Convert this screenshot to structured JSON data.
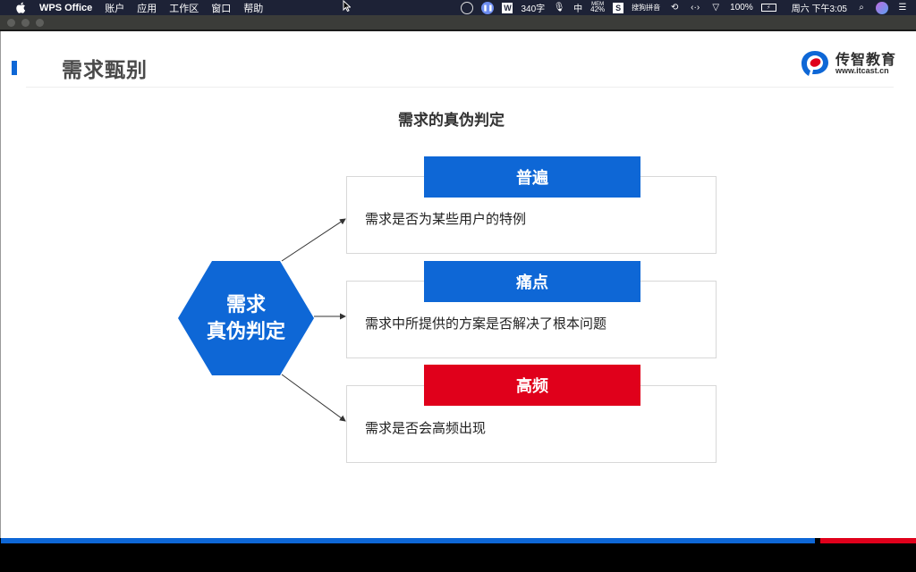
{
  "menubar": {
    "apple_icon": "apple-icon",
    "app_name": "WPS Office",
    "items": [
      "账户",
      "应用",
      "工作区",
      "窗口",
      "帮助"
    ],
    "status": {
      "word_count": "340字",
      "input_mode": "中",
      "mem_label": "MEM",
      "mem_value": "42%",
      "ime_name": "搜狗拼音",
      "battery": "100%",
      "datetime": "周六 下午3:05"
    }
  },
  "slide": {
    "title": "需求甄别",
    "logo": {
      "name": "传智教育",
      "url": "www.itcast.cn"
    },
    "diagram_title": "需求的真伪判定",
    "hexagon": {
      "line1": "需求",
      "line2": "真伪判定",
      "color": "#0e67d6"
    },
    "cards": [
      {
        "tag": "普遍",
        "tag_color": "#0e67d6",
        "description": "需求是否为某些用户的特例"
      },
      {
        "tag": "痛点",
        "tag_color": "#0e67d6",
        "description": "需求中所提供的方案是否解决了根本问题"
      },
      {
        "tag": "高频",
        "tag_color": "#e0001b",
        "description": "需求是否会高频出现"
      }
    ]
  },
  "colors": {
    "accent_blue": "#0e67d6",
    "accent_red": "#e0001b"
  }
}
